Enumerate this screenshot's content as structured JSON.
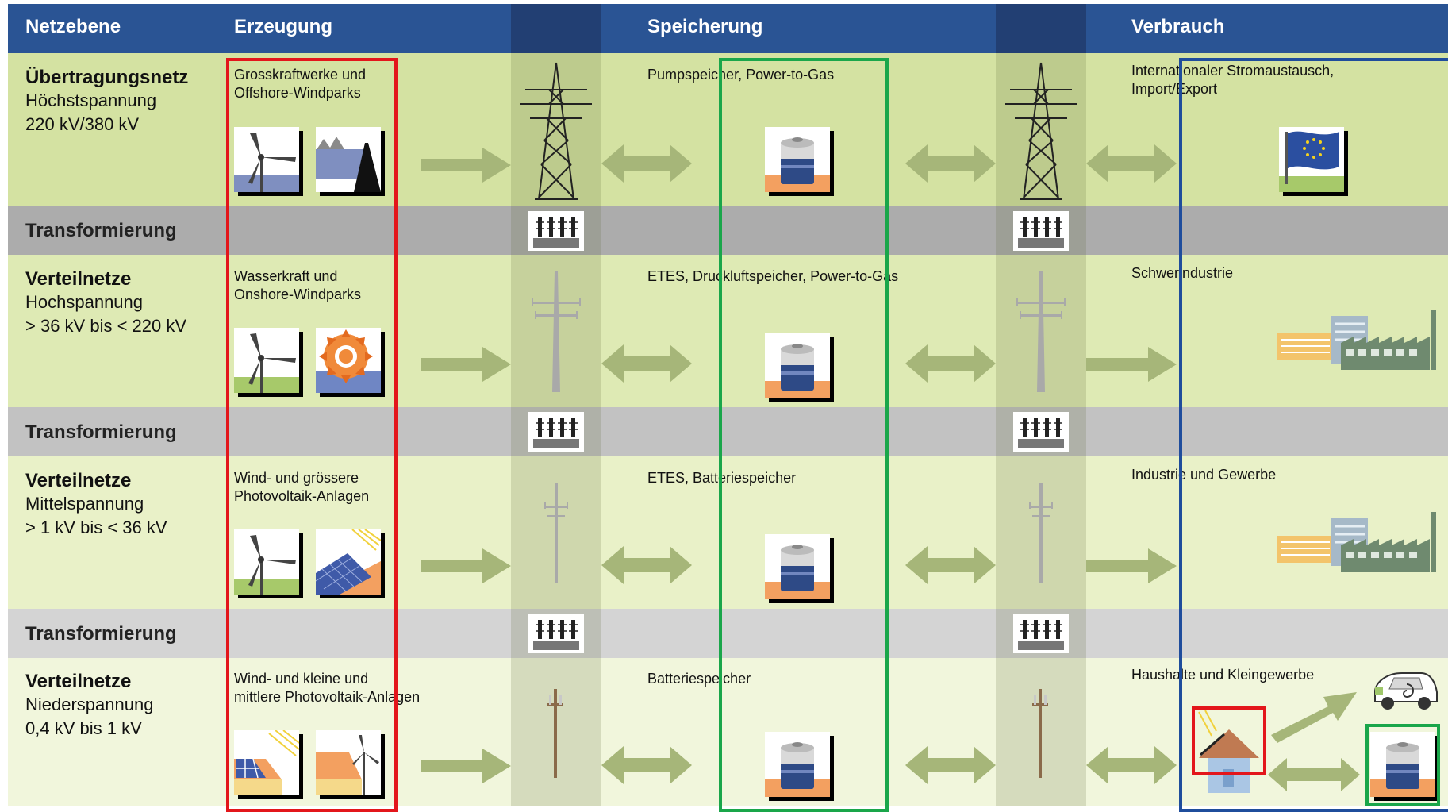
{
  "header": {
    "col1": "Netzebene",
    "col2": "Erzeugung",
    "col3": "Speicherung",
    "col4": "Verbrauch"
  },
  "levels": [
    {
      "title": "Übertragungsnetz",
      "subtitle1": "Höchstspannung",
      "subtitle2": "220 kV/380 kV",
      "generation": "Grosskraftwerke und\nOffshore-Windparks",
      "storage": "Pumpspeicher, Power-to-Gas",
      "consumption": "Internationaler Stromaustausch,\nImport/Export",
      "icons": {
        "gen_a": "wind-turbine-icon",
        "gen_b": "dam-icon",
        "storage": "battery-icon",
        "consumption": "eu-flag-icon",
        "line": "high-voltage-pylon-icon"
      }
    },
    {
      "title": "Verteilnetze",
      "subtitle1": "Hochspannung",
      "subtitle2": "> 36 kV bis < 220 kV",
      "generation": "Wasserkraft und\nOnshore-Windparks",
      "storage": "ETES, Druckluftspeicher, Power-to-Gas",
      "consumption": "Schwerindustrie",
      "icons": {
        "gen_a": "wind-turbine-icon",
        "gen_b": "water-wheel-icon",
        "storage": "battery-icon",
        "consumption": "factory-icon",
        "line": "pylon-icon"
      }
    },
    {
      "title": "Verteilnetze",
      "subtitle1": "Mittelspannung",
      "subtitle2": "> 1 kV bis < 36 kV",
      "generation": "Wind- und grössere\nPhotovoltaik-Anlagen",
      "storage": "ETES, Batteriespeicher",
      "consumption": "Industrie und Gewerbe",
      "icons": {
        "gen_a": "wind-turbine-icon",
        "gen_b": "solar-field-icon",
        "storage": "battery-icon",
        "consumption": "factory-icon",
        "line": "small-pylon-icon"
      }
    },
    {
      "title": "Verteilnetze",
      "subtitle1": "Niederspannung",
      "subtitle2": "0,4 kV bis 1 kV",
      "generation": "Wind- und kleine und\nmittlere Photovoltaik-Anlagen",
      "storage": "Batteriespeicher",
      "consumption": "Haushalte und Kleingewerbe",
      "icons": {
        "gen_a": "solar-roof-icon",
        "gen_b": "house-wind-icon",
        "storage": "battery-icon",
        "consumption": "house-solar-icon",
        "line": "wooden-pole-icon"
      }
    }
  ],
  "transform_label": "Transformierung",
  "colors": {
    "header": "#2a5494",
    "band_dark": "#d4e2a2",
    "band_mid": "#deeab4",
    "band_light": "#e9f1c8",
    "band_lightest": "#f1f6dc",
    "transform_1": "#acacac",
    "transform_2": "#c2c2c2",
    "transform_3": "#d4d4d4",
    "arrow": "#a6b679",
    "generation_frame": "#e3161b",
    "storage_frame": "#1aa64a",
    "consumption_frame": "#1f4d9c"
  }
}
